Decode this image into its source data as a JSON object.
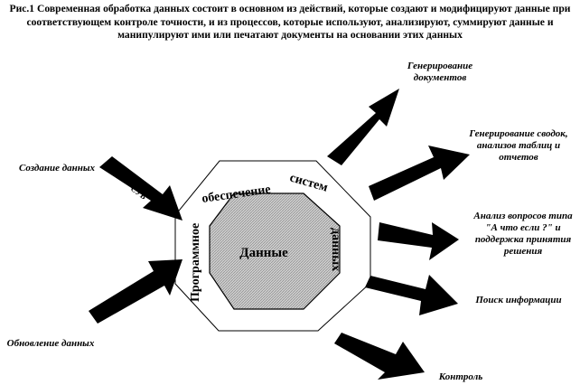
{
  "caption": "Рис.1 Современная обработка данных состоит в основном из действий, которые создают и модифицируют данные при соответствующем контроле точности, и из процессов, которые используют, анализируют, суммируют данные и манипулируют ими или печатают документы на основании этих данных",
  "inputs": {
    "create": "Создание данных",
    "update": "Обновление данных"
  },
  "outputs": {
    "documents": "Генерирование документов",
    "reports": "Генерирование сводок, анализов таблиц и отчетов",
    "whatif": "Анализ вопросов типа \"А что если ?\" и поддержка принятия решения",
    "search": "Поиск информации",
    "control": "Контроль"
  },
  "ring": {
    "left": "Программное",
    "top": "обеспечение",
    "topright": "систем",
    "right": "данных",
    "arrow_stub": "СУБ"
  },
  "core": "Данные",
  "colors": {
    "arrow": "#000000",
    "core_fill": "#c8c8c8",
    "outline": "#000000"
  }
}
